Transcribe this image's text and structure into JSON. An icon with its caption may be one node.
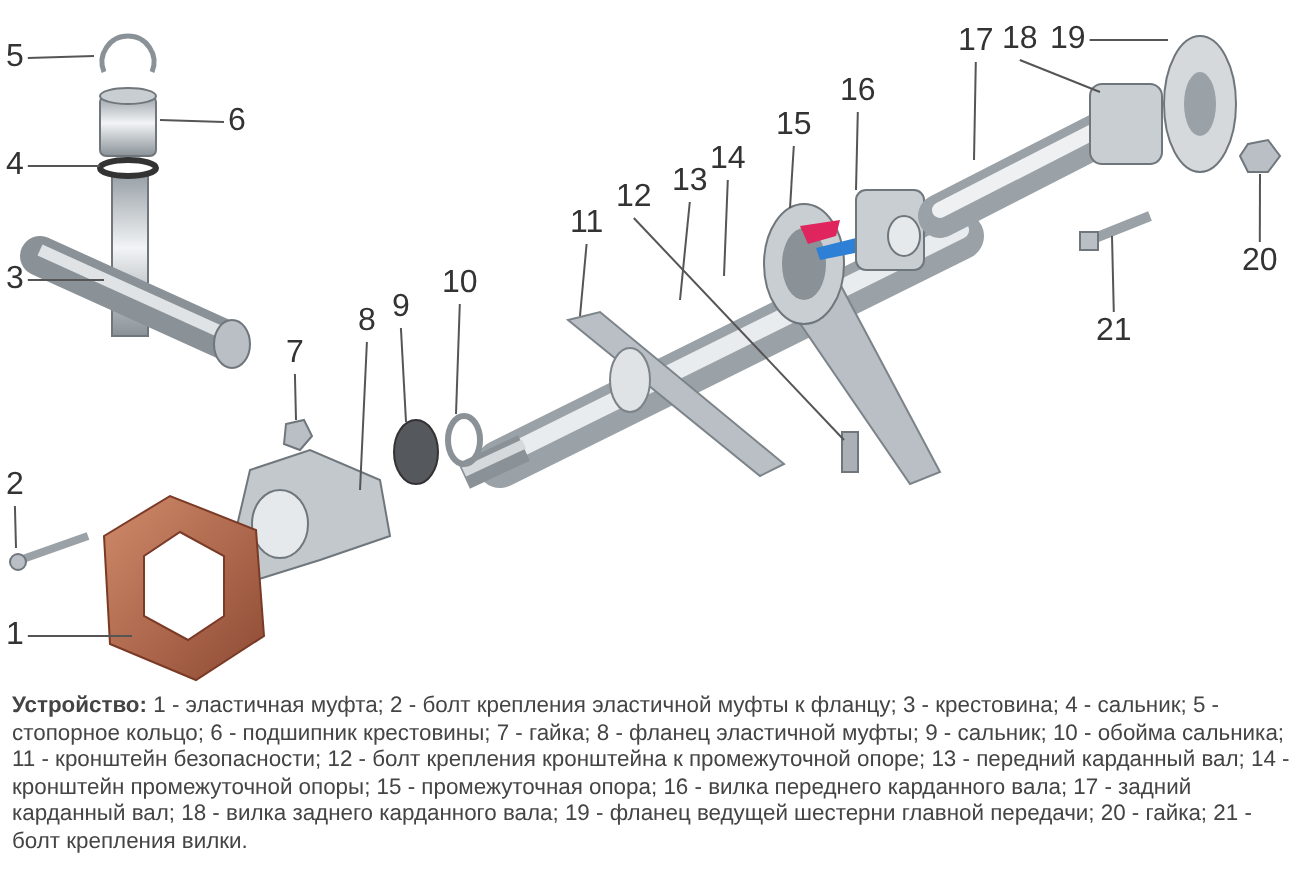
{
  "diagram": {
    "caption": "**Устройство:** 1 - эластичная муфта; 2 - болт крепления эластичной муфты к фланцу; 3 - крестовина; 4 - сальник; 5 - стопорное кольцо; 6 - подшипник крестовины; 7 - гайка; 8 - фланец эластичной муфты; 9 - сальник; 10 - обойма сальника; 11 - кронштейн безопасности; 12 - болт крепления кронштейна к промежуточной опоре; 13 - передний карданный вал; 14 - кронштейн промежуточной опоры; 15 - промежуточная опора; 16 - вилка переднего карданного вала; 17 - задний карданный вал; 18 - вилка заднего карданного вала; 19 - фланец ведущей шестерни главной передачи; 20 - гайка; 21 - болт крепления вилки.",
    "nodes": [
      {
        "text": [
          "5"
        ]
      },
      {
        "text": [
          "6"
        ]
      },
      {
        "text": [
          "4"
        ]
      },
      {
        "text": [
          "3"
        ]
      },
      {
        "text": [
          "2"
        ]
      },
      {
        "text": [
          "1"
        ]
      },
      {
        "text": [
          "7"
        ]
      },
      {
        "text": [
          "8"
        ]
      },
      {
        "text": [
          "9"
        ]
      },
      {
        "text": [
          "10"
        ]
      },
      {
        "text": [
          "11"
        ]
      },
      {
        "text": [
          "12"
        ]
      },
      {
        "text": [
          "13"
        ]
      },
      {
        "text": [
          "14"
        ]
      },
      {
        "text": [
          "15"
        ]
      },
      {
        "text": [
          "16"
        ]
      },
      {
        "text": [
          "17"
        ]
      },
      {
        "text": [
          "18"
        ]
      },
      {
        "text": [
          "19"
        ]
      },
      {
        "text": [
          "20"
        ]
      },
      {
        "text": [
          "21"
        ]
      }
    ],
    "edges": [
      {
        "from": 0,
        "to": null,
        "arrow": "none"
      },
      {
        "from": 1,
        "to": null,
        "arrow": "none"
      },
      {
        "from": 2,
        "to": null,
        "arrow": "none"
      },
      {
        "from": 3,
        "to": null,
        "arrow": "none"
      },
      {
        "from": 4,
        "to": null,
        "arrow": "none"
      },
      {
        "from": 5,
        "to": null,
        "arrow": "none"
      },
      {
        "from": 6,
        "to": null,
        "arrow": "none"
      },
      {
        "from": 7,
        "to": null,
        "arrow": "none"
      },
      {
        "from": 8,
        "to": null,
        "arrow": "none"
      },
      {
        "from": 9,
        "to": null,
        "arrow": "none"
      },
      {
        "from": 10,
        "to": null,
        "arrow": "none"
      },
      {
        "from": 11,
        "to": null,
        "arrow": "none"
      },
      {
        "from": 12,
        "to": null,
        "arrow": "none"
      },
      {
        "from": 13,
        "to": null,
        "arrow": "none"
      },
      {
        "from": 14,
        "to": null,
        "arrow": "none"
      },
      {
        "from": 15,
        "to": null,
        "arrow": "none"
      },
      {
        "from": 16,
        "to": null,
        "arrow": "none"
      },
      {
        "from": 17,
        "to": null,
        "arrow": "none"
      },
      {
        "from": 18,
        "to": null,
        "arrow": "none"
      },
      {
        "from": 19,
        "to": null,
        "arrow": "none"
      },
      {
        "from": 20,
        "to": null,
        "arrow": "none"
      }
    ]
  }
}
